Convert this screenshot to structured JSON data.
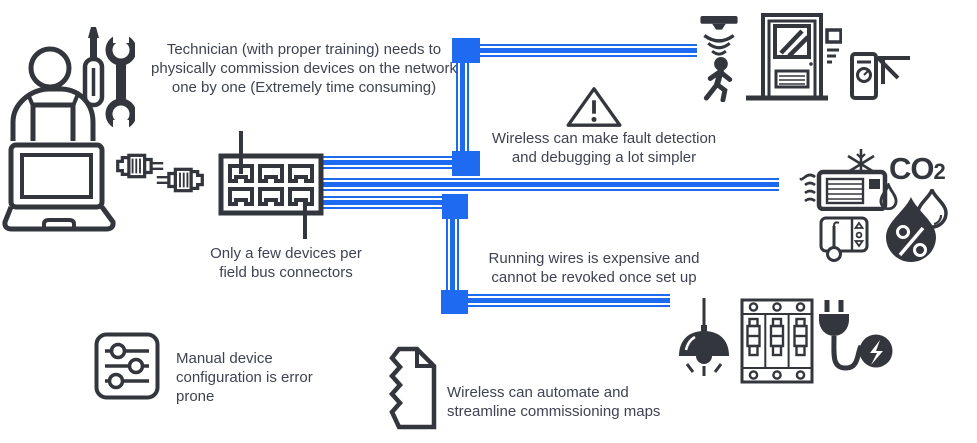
{
  "colors": {
    "wire": "#1e6bf1",
    "icon": "#33363c",
    "text": "#3f4252"
  },
  "notes": {
    "technician": "Technician (with proper training) needs to\nphysically commission devices on the network\none by one (Extremely time consuming)",
    "fieldbus": "Only a few devices per\nfield bus connectors",
    "fault": "Wireless can make fault detection\nand debugging a lot simpler",
    "wiring": "Running wires is expensive and\ncannot be revoked once set up",
    "manual": "Manual device\nconfiguration is error\nprone",
    "automate": "Wireless can automate and\nstreamline commissioning maps"
  },
  "labels": {
    "co2_main": "CO",
    "co2_sub": "2"
  },
  "icons": {
    "technician-icon": "person with overalls, screwdriver and wrench",
    "laptop-icon": "laptop outline",
    "ethernet-plug-icon": "RJ45 cable plugs",
    "field-bus-connector-icon": "panel with six RJ45 ports",
    "warning-icon": "triangle with exclamation mark",
    "motion-sensor-icon": "ceiling sensor with waves and walking person",
    "door-access-icon": "door with window, vent and card reader",
    "turnstile-icon": "access turnstile with gauge",
    "air-conditioner-icon": "AC unit with cold waves and snowflake",
    "droplet-icon": "small water drop",
    "humidity-icon": "water drops with percent sign",
    "thermostat-icon": "control panel with thermometer",
    "pendant-lamp-icon": "hanging lamp shining",
    "circuit-breaker-icon": "three breakers in panel",
    "power-plug-icon": "plug with cable and energy bolt"
  }
}
